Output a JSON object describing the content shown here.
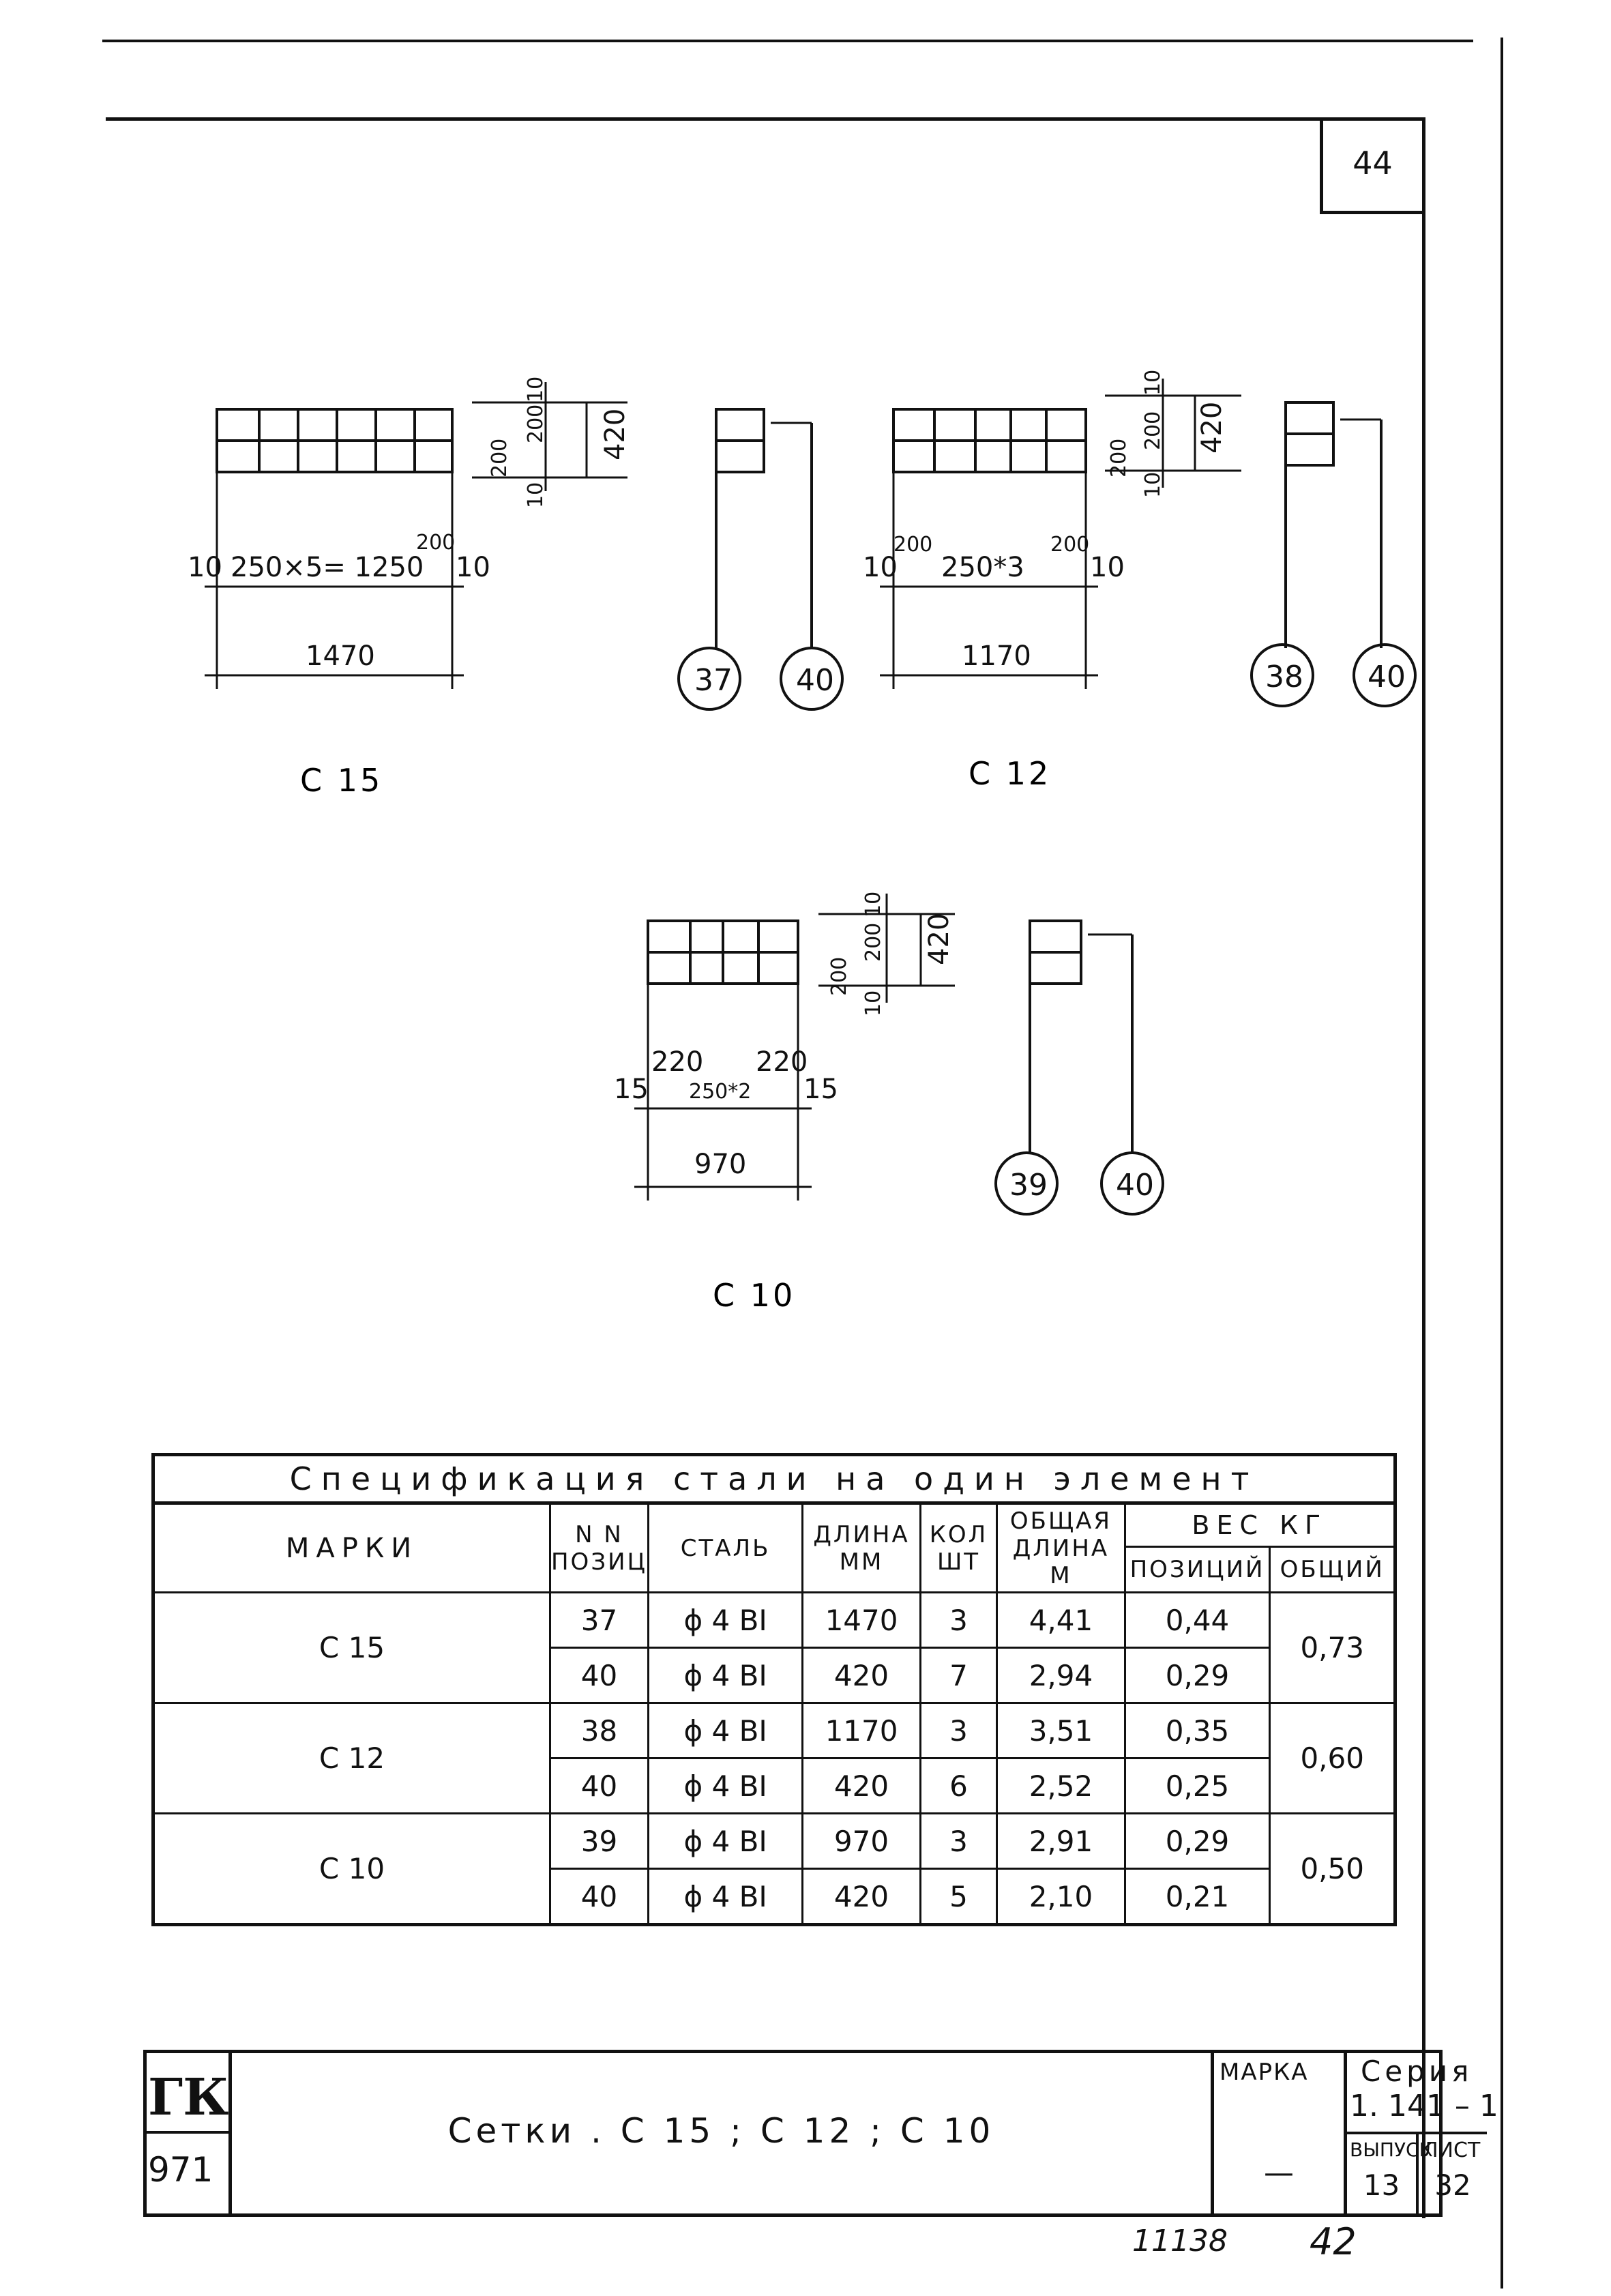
{
  "sheet_corner_number": "44",
  "drawings": [
    {
      "label": "С 15",
      "dims": {
        "grid": "250×5= 1250",
        "left": "10",
        "right": "10",
        "edge": "200",
        "total": "1470",
        "v1": "10",
        "v2": "200",
        "v3": "200",
        "v4": "10",
        "height": "420"
      },
      "positions": [
        "37",
        "40"
      ]
    },
    {
      "label": "С 12",
      "dims": {
        "grid": "250*3",
        "left": "10",
        "right": "10",
        "edge_l": "200",
        "edge_r": "200",
        "total": "1170",
        "v1": "10",
        "v2": "200",
        "v3": "200",
        "v4": "10",
        "height": "420"
      },
      "positions": [
        "38",
        "40"
      ]
    },
    {
      "label": "С 10",
      "dims": {
        "grid": "250*2",
        "left": "15",
        "right": "15",
        "edge_l": "220",
        "edge_r": "220",
        "total": "970",
        "v1": "10",
        "v2": "200",
        "v3": "200",
        "v4": "10",
        "height": "420"
      },
      "positions": [
        "39",
        "40"
      ]
    }
  ],
  "spec": {
    "title": "Спецификация    стали   на    один    элемент",
    "headers": {
      "marks": "МАРКИ",
      "pos": "N N ПОЗИЦ",
      "steel": "СТАЛЬ",
      "length": "ДЛИНА ММ",
      "qty": "КОЛ ШТ",
      "total_length": "ОБЩАЯ ДЛИНА М",
      "weight": "ВЕС   КГ",
      "weight_pos": "ПОЗИЦИЙ",
      "weight_total": "ОБЩИЙ"
    },
    "groups": [
      {
        "mark": "С 15",
        "total": "0,73",
        "rows": [
          {
            "pos": "37",
            "steel": "ϕ 4 ВI",
            "length": "1470",
            "qty": "3",
            "total_length": "4,41",
            "weight": "0,44"
          },
          {
            "pos": "40",
            "steel": "ϕ 4 ВI",
            "length": "420",
            "qty": "7",
            "total_length": "2,94",
            "weight": "0,29"
          }
        ]
      },
      {
        "mark": "С 12",
        "total": "0,60",
        "rows": [
          {
            "pos": "38",
            "steel": "ϕ 4 ВI",
            "length": "1170",
            "qty": "3",
            "total_length": "3,51",
            "weight": "0,35"
          },
          {
            "pos": "40",
            "steel": "ϕ 4 ВI",
            "length": "420",
            "qty": "6",
            "total_length": "2,52",
            "weight": "0,25"
          }
        ]
      },
      {
        "mark": "С 10",
        "total": "0,50",
        "rows": [
          {
            "pos": "39",
            "steel": "ϕ 4 ВI",
            "length": "970",
            "qty": "3",
            "total_length": "2,91",
            "weight": "0,29"
          },
          {
            "pos": "40",
            "steel": "ϕ 4 ВI",
            "length": "420",
            "qty": "5",
            "total_length": "2,10",
            "weight": "0,21"
          }
        ]
      }
    ]
  },
  "title_block": {
    "org_fragment": "ГК",
    "year_fragment": "971",
    "title": "Сетки . С 15 ; С 12 ; С 10",
    "marka_label": "МАРКА",
    "marka_value": "—",
    "series_label": "Серия",
    "series_value": "1. 141 – 1",
    "issue_label": "ВЫПУСК",
    "issue_value": "13",
    "sheet_label": "ЛИСТ",
    "sheet_value": "32"
  },
  "footer": {
    "inventory": "11138",
    "page": "42"
  }
}
